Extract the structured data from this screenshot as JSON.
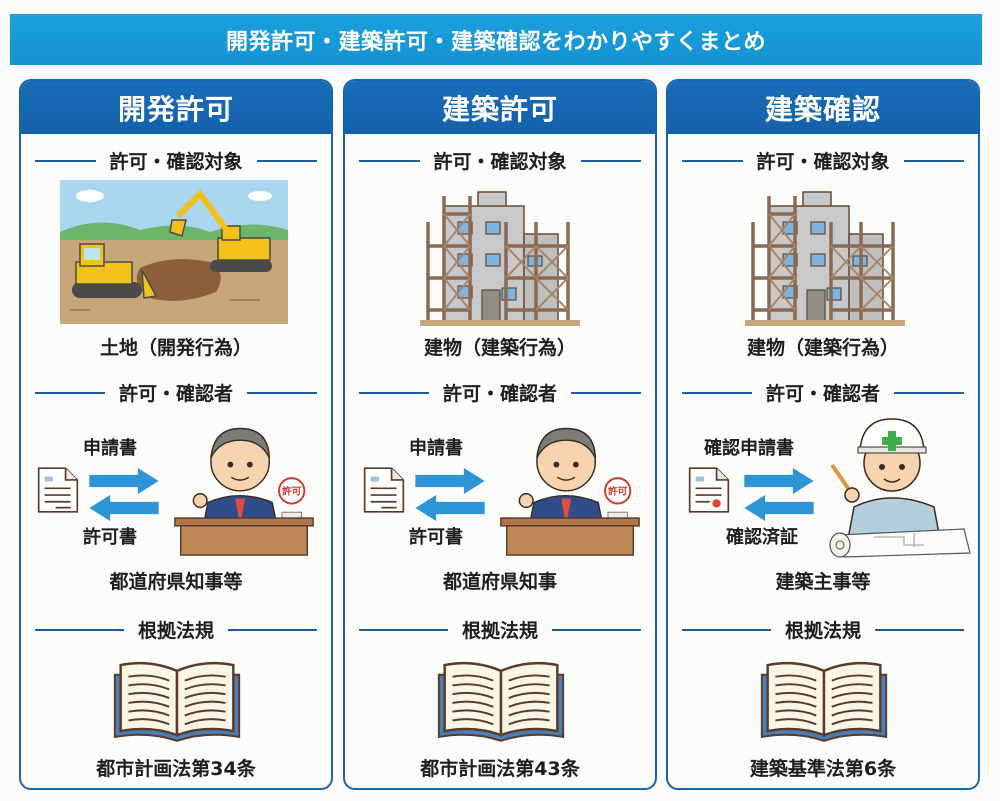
{
  "title": "開発許可・建築許可・建築確認をわかりやすくまとめ",
  "colors": {
    "title_bar": "#1a9fdc",
    "column_header": "#1a6cb8",
    "column_border": "#1a64ad",
    "section_line": "#1f5e99",
    "arrow": "#2f94d6"
  },
  "columns": [
    {
      "header": "開発許可",
      "target_heading": "許可・確認対象",
      "target_icon": "excavation-site-icon",
      "target_label": "土地（開発行為）",
      "authority_heading": "許可・確認者",
      "flow": {
        "send_label": "申請書",
        "return_label": "許可書",
        "stamp": "許可"
      },
      "authority_icon": "governor-at-desk-icon",
      "authority_label": "都道府県知事等",
      "law_heading": "根拠法規",
      "law_icon": "open-book-icon",
      "law_label": "都市計画法第34条"
    },
    {
      "header": "建築許可",
      "target_heading": "許可・確認対象",
      "target_icon": "building-under-construction-icon",
      "target_label": "建物（建築行為）",
      "authority_heading": "許可・確認者",
      "flow": {
        "send_label": "申請書",
        "return_label": "許可書",
        "stamp": "許可"
      },
      "authority_icon": "governor-at-desk-icon",
      "authority_label": "都道府県知事",
      "law_heading": "根拠法規",
      "law_icon": "open-book-icon",
      "law_label": "都市計画法第43条"
    },
    {
      "header": "建築確認",
      "target_heading": "許可・確認対象",
      "target_icon": "building-under-construction-icon",
      "target_label": "建物（建築行為）",
      "authority_heading": "許可・確認者",
      "flow": {
        "send_label": "確認申請書",
        "return_label": "確認済証"
      },
      "authority_icon": "building-official-with-plans-icon",
      "authority_label": "建築主事等",
      "law_heading": "根拠法規",
      "law_icon": "open-book-icon",
      "law_label": "建築基準法第6条"
    }
  ]
}
